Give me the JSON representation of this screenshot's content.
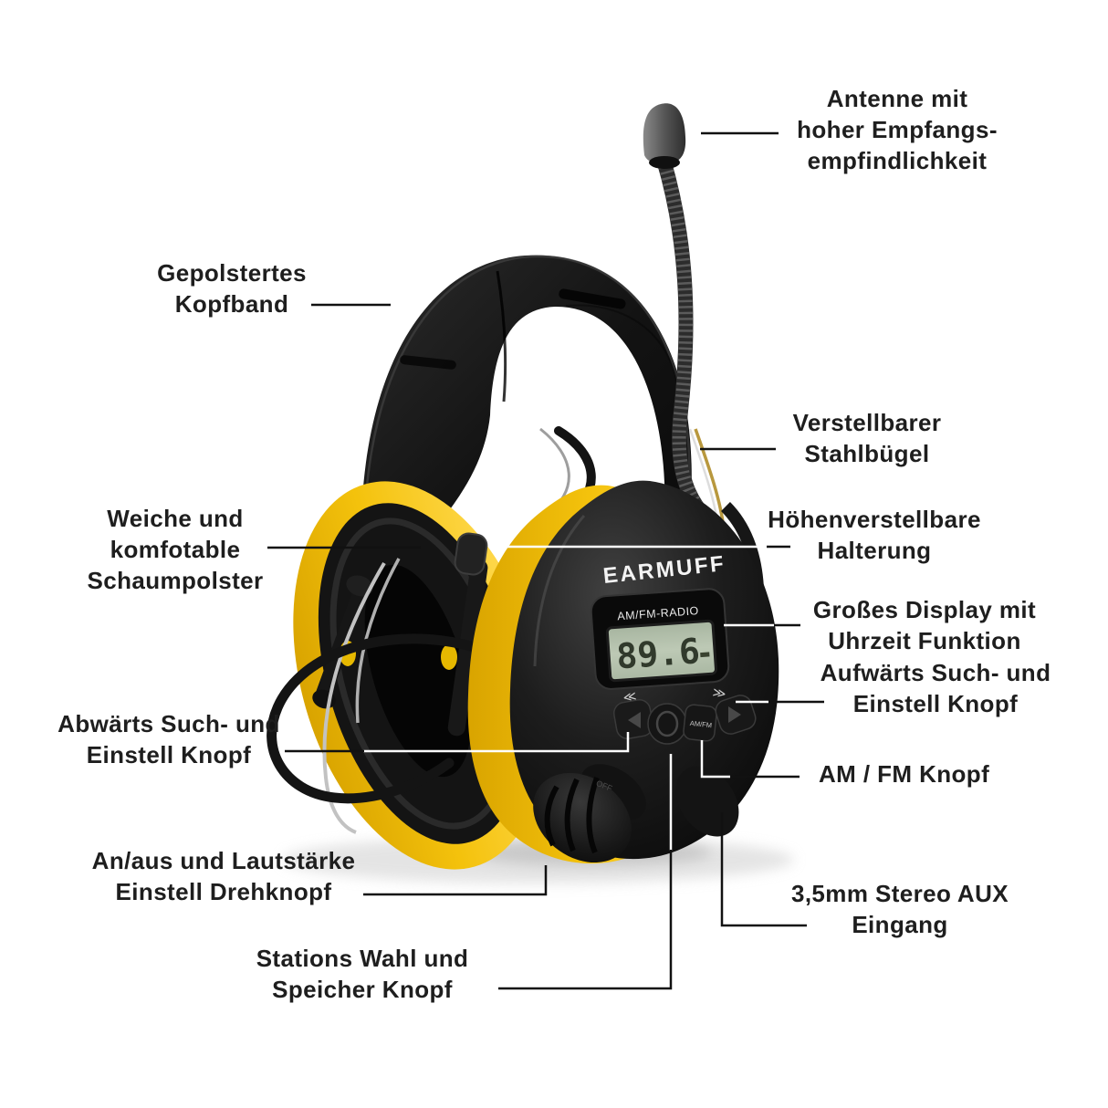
{
  "figure_title": "EARMUFF AM/FM radio hearing protector - annotated product diagram",
  "colors": {
    "accent_yellow": "#f4c20c",
    "shell_black": "#141414",
    "lcd_green": "#b9c6b2",
    "background": "#ffffff",
    "label_text": "#1e1e1e",
    "leader_line_dark": "#111111",
    "leader_line_light": "#ffffff"
  },
  "product": {
    "brand_logo": "EARMUFF",
    "display_header": "AM/FM-RADIO",
    "frequency": "89.6",
    "volume_marking": "OFF",
    "am_fm_button": "AM/FM",
    "seek_back_mark": "≪",
    "seek_fwd_mark": "≫"
  },
  "callouts": {
    "antenna": {
      "text": "Antenne mit\nhoher Empfangs-\nempfindlichkeit"
    },
    "headband": {
      "text": "Gepolstertes\nKopfband"
    },
    "bracket": {
      "text": "Verstellbarer\nStahlbügel"
    },
    "foam": {
      "text": "Weiche und\nkomfotable\nSchaumpolster"
    },
    "holder": {
      "text": "Höhenverstellbare\nHalterung"
    },
    "display": {
      "text": "Großes Display mit\nUhrzeit Funktion"
    },
    "seek_up": {
      "text": "Aufwärts Such- und\nEinstell Knopf"
    },
    "seek_down": {
      "text": "Abwärts Such- und\nEinstell Knopf"
    },
    "am_fm": {
      "text": "AM / FM Knopf"
    },
    "power": {
      "text": "An/aus und Lautstärke\nEinstell Drehknopf"
    },
    "aux": {
      "text": "3,5mm Stereo AUX\nEingang"
    },
    "preset": {
      "text": "Stations Wahl und\nSpeicher Knopf"
    }
  }
}
